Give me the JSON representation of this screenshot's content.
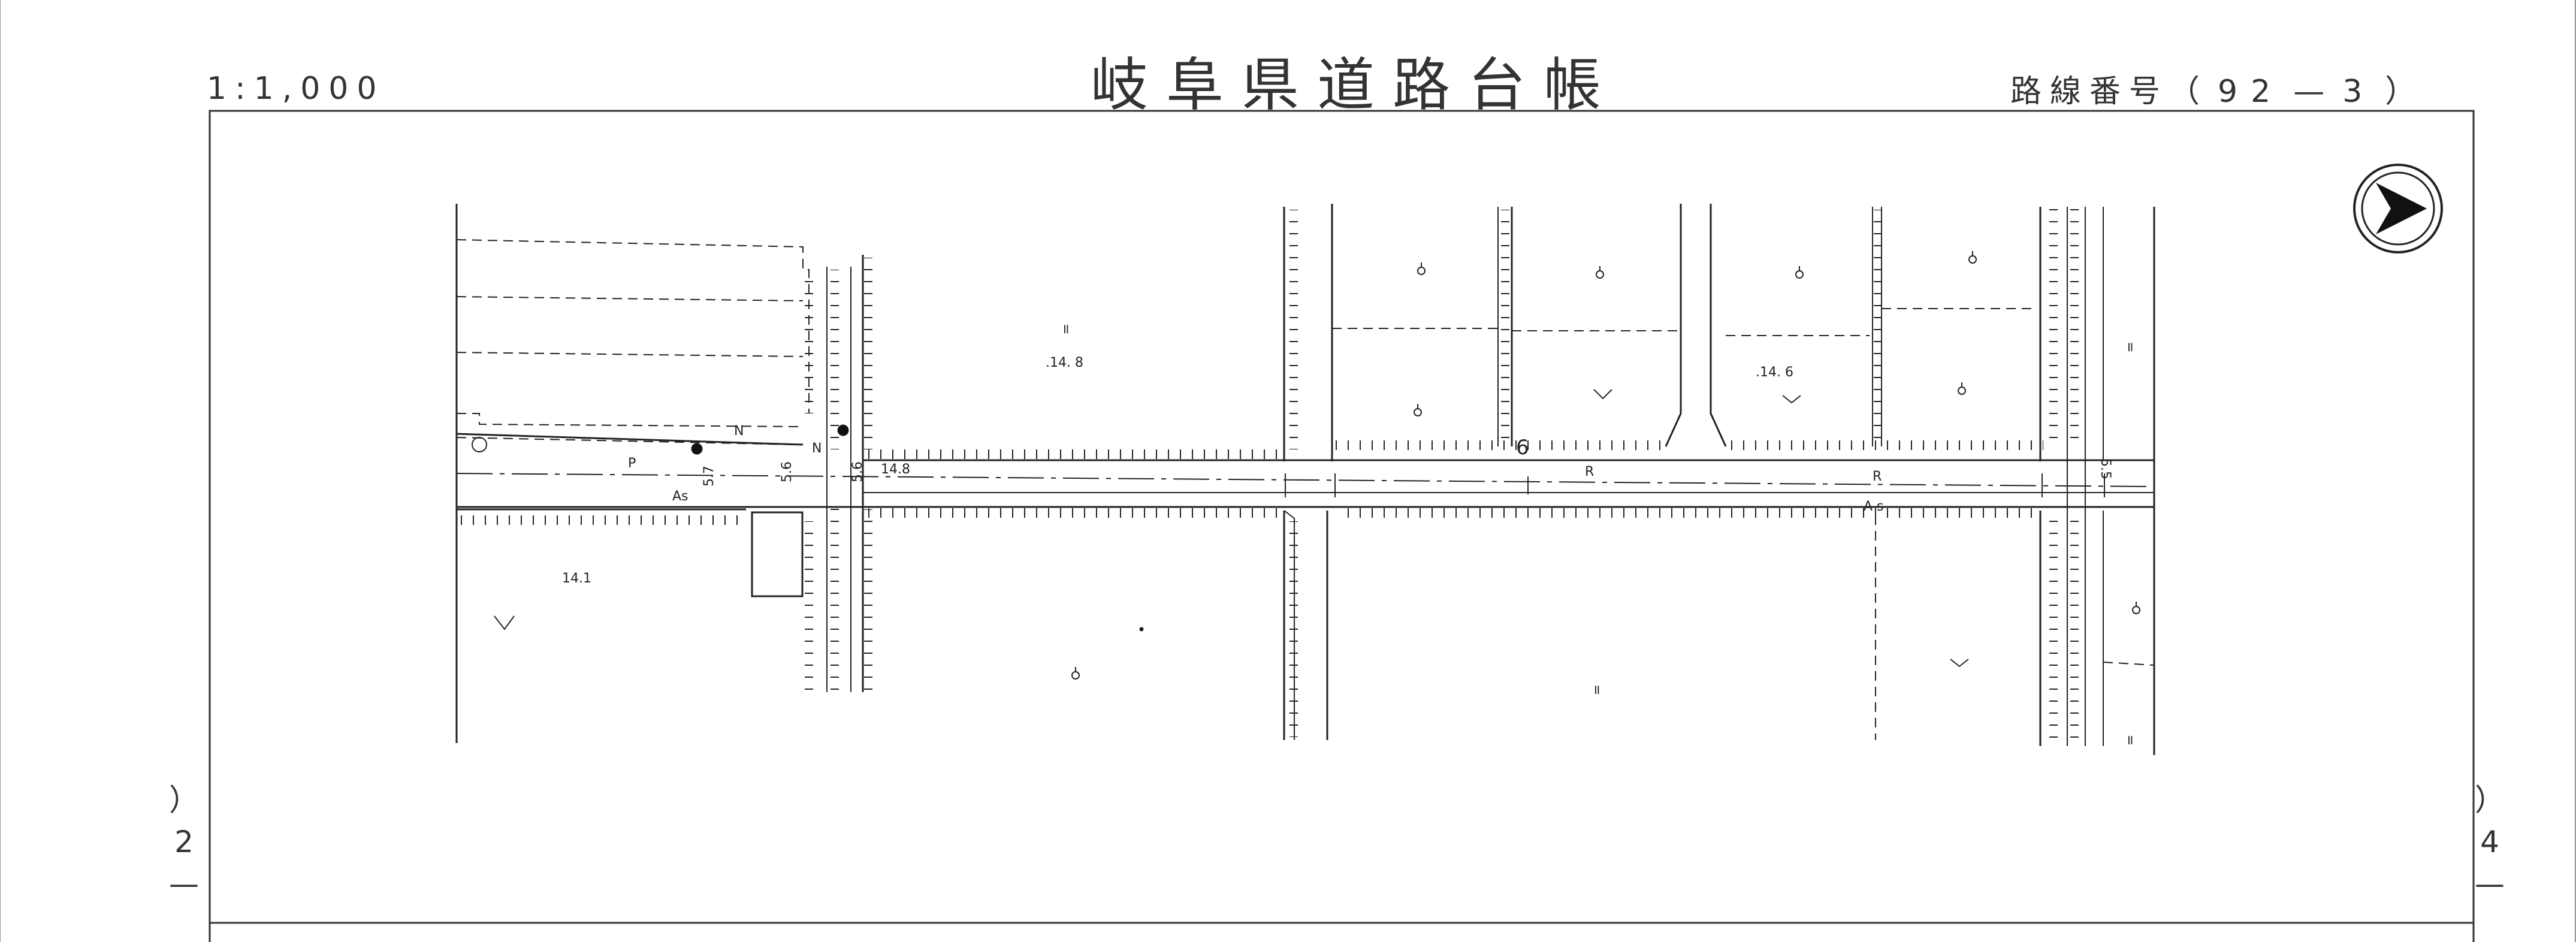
{
  "header": {
    "scale": "1:1,000",
    "title": "岐阜県道路台帳",
    "route_prefix": "路線番号（",
    "route_number": "92",
    "route_dash": "—",
    "route_sheet": "3",
    "route_suffix": "）"
  },
  "margins": {
    "left_sheet": [
      "）",
      "2",
      "—"
    ],
    "right_sheet": [
      "）",
      "4",
      "—"
    ]
  },
  "icons": {
    "north_arrow": "north-arrow-icon"
  },
  "labels": {
    "elev_1": ".14. 8",
    "elev_2": ".14. 6",
    "elev_3": "14.1",
    "elev_4": "14.8",
    "mark_n1": "N",
    "mark_n2": "N",
    "mark_p": "P",
    "mark_as1": "As",
    "mark_as2": "A s",
    "mark_r1": "R",
    "mark_r2": "R",
    "mark_6": "6",
    "width_1": "5.7",
    "width_2": "5.6",
    "width_3": "5.6",
    "width_4": "5.5",
    "sym_eq1": "=",
    "sym_eq2": "=",
    "sym_eq3": "=",
    "sym_eq4": "="
  },
  "colors": {
    "line": "#222222",
    "paper": "#ffffff"
  }
}
